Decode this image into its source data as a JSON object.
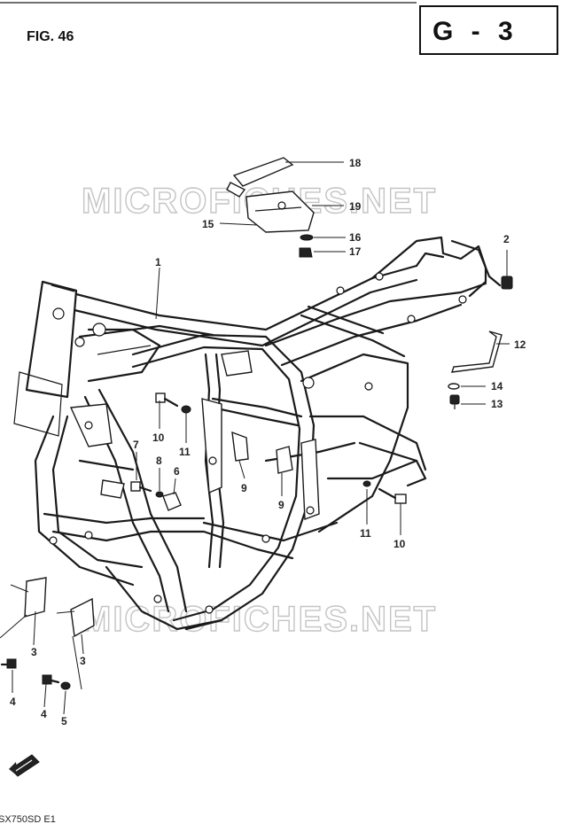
{
  "figure_label": "FIG. 46",
  "section_code": "G - 3",
  "watermark": "MICROFICHES.NET",
  "footer_code": "SX750SD E1",
  "callouts": [
    "1",
    "2",
    "3",
    "3",
    "4",
    "4",
    "5",
    "6",
    "7",
    "8",
    "9",
    "9",
    "10",
    "10",
    "11",
    "11",
    "12",
    "13",
    "14",
    "15",
    "16",
    "17",
    "18",
    "19"
  ],
  "icons": [
    "front-direction-arrow-icon"
  ]
}
